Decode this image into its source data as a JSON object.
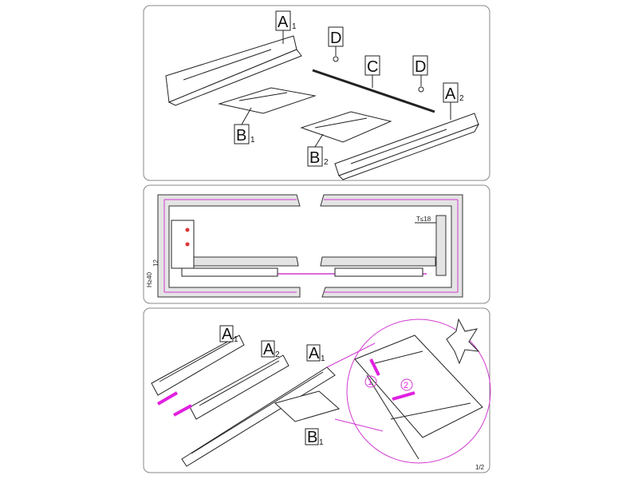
{
  "panel1": {
    "labels": {
      "a1": {
        "main": "A",
        "sub": "1"
      },
      "d1": {
        "main": "D"
      },
      "c": {
        "main": "C"
      },
      "d2": {
        "main": "D"
      },
      "a2": {
        "main": "A",
        "sub": "2"
      },
      "b1": {
        "main": "B",
        "sub": "1"
      },
      "b2": {
        "main": "B",
        "sub": "2"
      }
    }
  },
  "panel2": {
    "thickness": "T≤18",
    "height": "H≥40",
    "offset": "12"
  },
  "panel3": {
    "labels": {
      "a1_left": {
        "main": "A",
        "sub": "1"
      },
      "a2": {
        "main": "A",
        "sub": "2"
      },
      "a1_right": {
        "main": "A",
        "sub": "1"
      },
      "b1": {
        "main": "B",
        "sub": "1"
      }
    },
    "step1": "1",
    "step2": "2",
    "page": "1/2"
  },
  "colors": {
    "accent": "#e020e0",
    "frame": "#888888"
  }
}
